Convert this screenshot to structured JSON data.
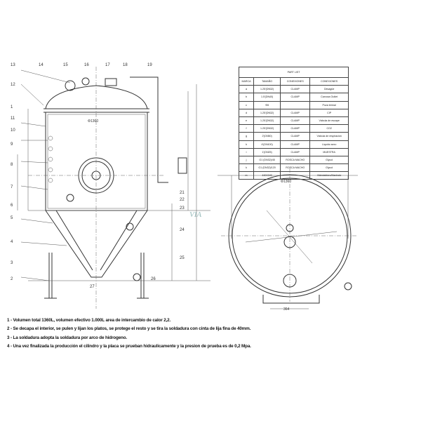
{
  "parts_table": {
    "title": "PART LIST",
    "headers": [
      "MARCA",
      "TAMAÑO",
      "CONEXIONES",
      "CONEXIONES"
    ],
    "rows": [
      [
        "a",
        "1.25'(DN32)",
        "CLAMP",
        "Desagüe"
      ],
      [
        "b",
        "1.5'(DN40)",
        "CLAMP",
        "Carvoxa Outlet"
      ],
      [
        "c",
        "Φ8",
        "",
        "Poza termal"
      ],
      [
        "d",
        "1.25'(DN32)",
        "CLAMP",
        "CIP"
      ],
      [
        "e",
        "1.25'(DN32)",
        "CLAMP",
        "Válvula de escape"
      ],
      [
        "f",
        "1.25'(DN32)",
        "CLAMP",
        "CO2"
      ],
      [
        "g",
        "2'(DN50)",
        "CLAMP",
        "Válvula de respiración"
      ],
      [
        "h",
        "4'(DN100)",
        "CLAMP",
        "Líquido sexo"
      ],
      [
        "i",
        "1'(DN25)",
        "CLAMP",
        "MUESTRA"
      ],
      [
        "j",
        "G1 (DN32)/45",
        "ROSCA MACHO",
        "Glycol"
      ],
      [
        "k",
        "G1 (DN32)/120",
        "ROSCA MACHO",
        "Glycol"
      ],
      [
        "m",
        "440X340",
        "",
        "Hidrotablero/Manhole"
      ]
    ]
  },
  "part_numbers": [
    "13",
    "14",
    "15",
    "16",
    "17",
    "18",
    "19",
    "12",
    "1",
    "11",
    "10",
    "9",
    "8",
    "7",
    "6",
    "5",
    "4",
    "3",
    "2",
    "21",
    "22",
    "23",
    "24",
    "25",
    "26",
    "27"
  ],
  "dimensions": {
    "top_width": "Φ1360",
    "bottom_width": "364",
    "diameter_top_view": "Φ1360"
  },
  "watermark": "VIA",
  "notes": [
    "1 - Volumen total 1360L, volumen efectivo 1.000L area de intercambio de calor 2,2.",
    "2 - Se decapa el interior, se pulen y lijan los platos, se protege el resto y se tira la soldadura con cinta de lija fina de 40mm.",
    "3 - La soldadura adopta la soldadura por arco de hidrogeno.",
    "4 - Una vez finalizada la producción el cilindro y la placa se prueban hidraulicamente y la presion de prueba es de 0,2 Mpa."
  ]
}
